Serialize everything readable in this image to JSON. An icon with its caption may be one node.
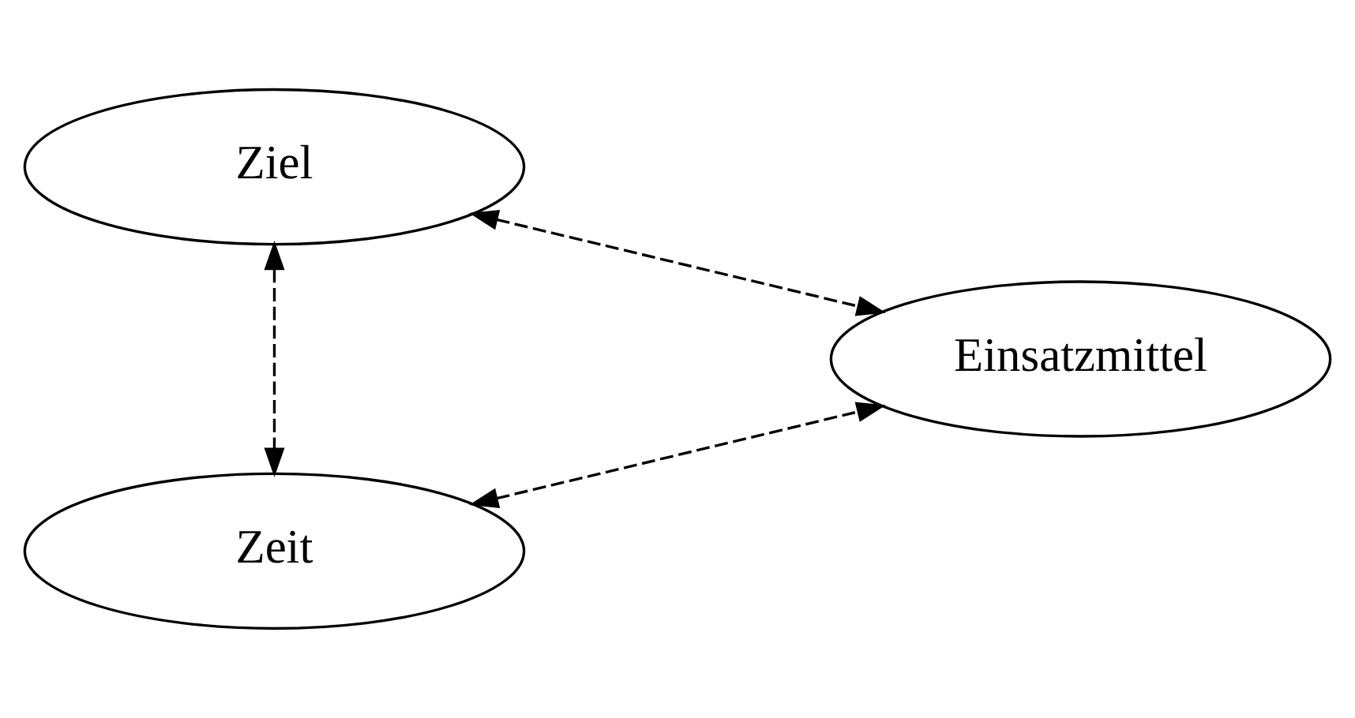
{
  "diagram": {
    "nodes": [
      {
        "text": [
          "Ziel"
        ]
      },
      {
        "text": [
          "Einsatzmittel"
        ]
      },
      {
        "text": [
          "Zeit"
        ]
      }
    ],
    "edges": [
      {
        "from": 0,
        "to": 2,
        "arrow": "both",
        "style": "dashed"
      },
      {
        "from": 0,
        "to": 1,
        "arrow": "both",
        "style": "dashed"
      },
      {
        "from": 2,
        "to": 1,
        "arrow": "both",
        "style": "dashed"
      }
    ]
  }
}
